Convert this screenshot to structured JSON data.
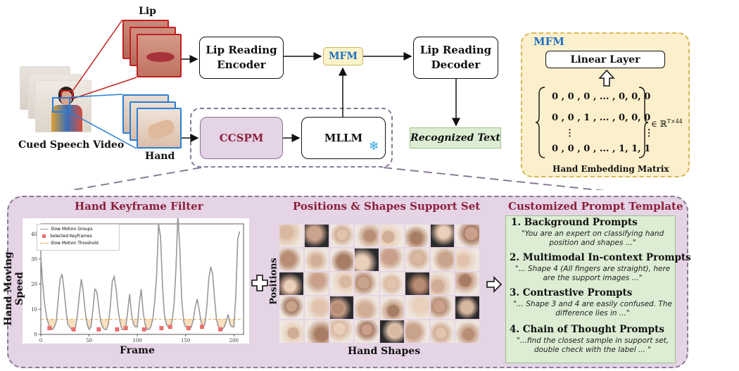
{
  "top": {
    "lip_label": "Lip",
    "hand_label": "Hand",
    "video_label": "Cued Speech Video",
    "lip_encoder": "Lip Reading\nEncoder",
    "lip_decoder": "Lip Reading\nDecoder",
    "mfm_chip": "MFM",
    "ccspm": "CCSPM",
    "mllm": "MLLM",
    "recognized_text": "Recognized Text"
  },
  "mfm_panel": {
    "title": "MFM",
    "linear_layer": "Linear Layer",
    "matrix_rows": [
      "0 , 0 , 0 , ... , 0, 0, 0",
      "0 , 0 , 1 , ... , 0, 0, 0",
      "⋮                      ⋮",
      "0 , 0 , 0 , ... , 1, 1, 1"
    ],
    "dimension": "∈ ℝ",
    "dimension_sup": "T×44",
    "caption": "Hand Embedding Matrix"
  },
  "keyframe_filter": {
    "title": "Hand Keyframe Filter",
    "ylabel": "Hand Moving Speed",
    "xlabel": "Frame",
    "legend": [
      "Slow Motion Groups",
      "Selected Keyframes",
      "Slow Motion Threshold"
    ]
  },
  "support_set": {
    "title": "Positions & Shapes Support Set",
    "ylabel": "Positions",
    "xlabel": "Hand Shapes"
  },
  "prompt_template": {
    "title": "Customized Prompt Template",
    "items": [
      {
        "heading": "1. Background Prompts",
        "text": "\"You are an expert on classifying hand position and shapes ...\""
      },
      {
        "heading": "2. Multimodal In-context Prompts",
        "text": "\"... Shape 4 (All fingers are straight), here are the support images ...\""
      },
      {
        "heading": "3. Contrastive Prompts",
        "text": "\"... Shape 3 and 4 are easily confused. The difference lies in ...\""
      },
      {
        "heading": "4. Chain of Thought Prompts",
        "text": "\"...find the closest sample in support set, double check with the label ... \""
      }
    ]
  },
  "chart_data": {
    "type": "line",
    "xlabel": "Frame",
    "ylabel": "Hand Moving Speed",
    "xlim": [
      0,
      210
    ],
    "ylim": [
      0,
      44
    ],
    "xticks": [
      0,
      50,
      100,
      150,
      200
    ],
    "yticks": [
      0,
      10,
      20,
      30,
      40
    ],
    "threshold": 6,
    "series": [
      {
        "name": "Slow Motion Groups",
        "x": [
          0,
          2,
          4,
          6,
          8,
          10,
          12,
          14,
          16,
          18,
          20,
          22,
          24,
          26,
          28,
          30,
          32,
          34,
          36,
          38,
          40,
          42,
          44,
          46,
          48,
          50,
          52,
          54,
          56,
          58,
          60,
          62,
          64,
          66,
          68,
          70,
          72,
          74,
          76,
          78,
          80,
          82,
          84,
          86,
          88,
          90,
          92,
          94,
          96,
          98,
          100,
          102,
          104,
          106,
          108,
          110,
          112,
          114,
          116,
          118,
          120,
          122,
          124,
          126,
          128,
          130,
          132,
          134,
          136,
          138,
          140,
          142,
          144,
          146,
          148,
          150,
          152,
          154,
          156,
          158,
          160,
          162,
          164,
          166,
          168,
          170,
          172,
          174,
          176,
          178,
          180,
          182,
          184,
          186,
          188,
          190,
          192,
          194,
          196,
          198,
          200,
          202,
          204,
          206
        ],
        "y": [
          31,
          20,
          12,
          7,
          4,
          3,
          2,
          3,
          5,
          14,
          22,
          24,
          18,
          10,
          4,
          3,
          2,
          2,
          3,
          8,
          16,
          22,
          17,
          9,
          4,
          2,
          3,
          10,
          18,
          17,
          11,
          5,
          3,
          2,
          2,
          4,
          11,
          21,
          23,
          18,
          10,
          5,
          2,
          2,
          3,
          9,
          16,
          8,
          4,
          3,
          3,
          12,
          18,
          9,
          4,
          2,
          2,
          3,
          6,
          13,
          24,
          44,
          39,
          20,
          8,
          4,
          3,
          3,
          5,
          12,
          26,
          48,
          34,
          14,
          5,
          3,
          3,
          2,
          3,
          6,
          11,
          14,
          10,
          5,
          3,
          4,
          11,
          22,
          27,
          24,
          14,
          6,
          3,
          2,
          2,
          3,
          5,
          8,
          4,
          3,
          3,
          15,
          38,
          41
        ]
      },
      {
        "name": "Selected Keyframes",
        "x": [
          9,
          34,
          60,
          79,
          88,
          107,
          125,
          134,
          153,
          167,
          186
        ],
        "y": [
          2.5,
          2,
          2,
          2,
          2.5,
          2,
          2.5,
          3,
          2.5,
          3,
          2
        ]
      }
    ]
  }
}
